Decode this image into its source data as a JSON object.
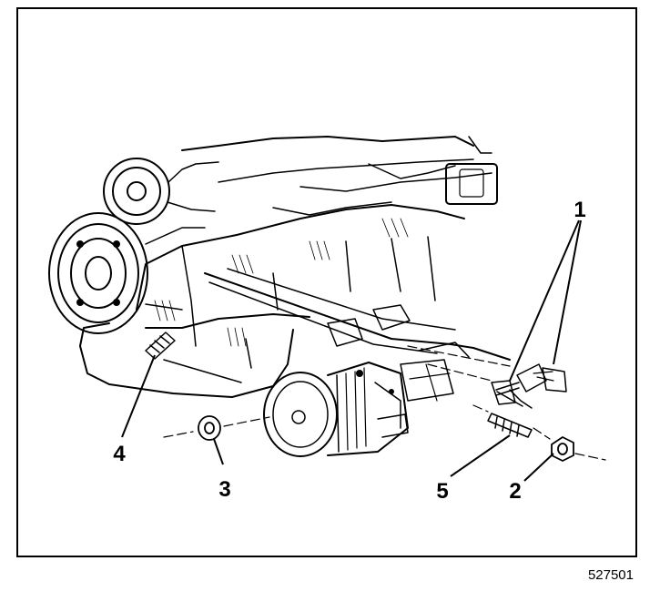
{
  "callouts": [
    "1",
    "2",
    "3",
    "4",
    "5"
  ],
  "figure_id": "527501"
}
